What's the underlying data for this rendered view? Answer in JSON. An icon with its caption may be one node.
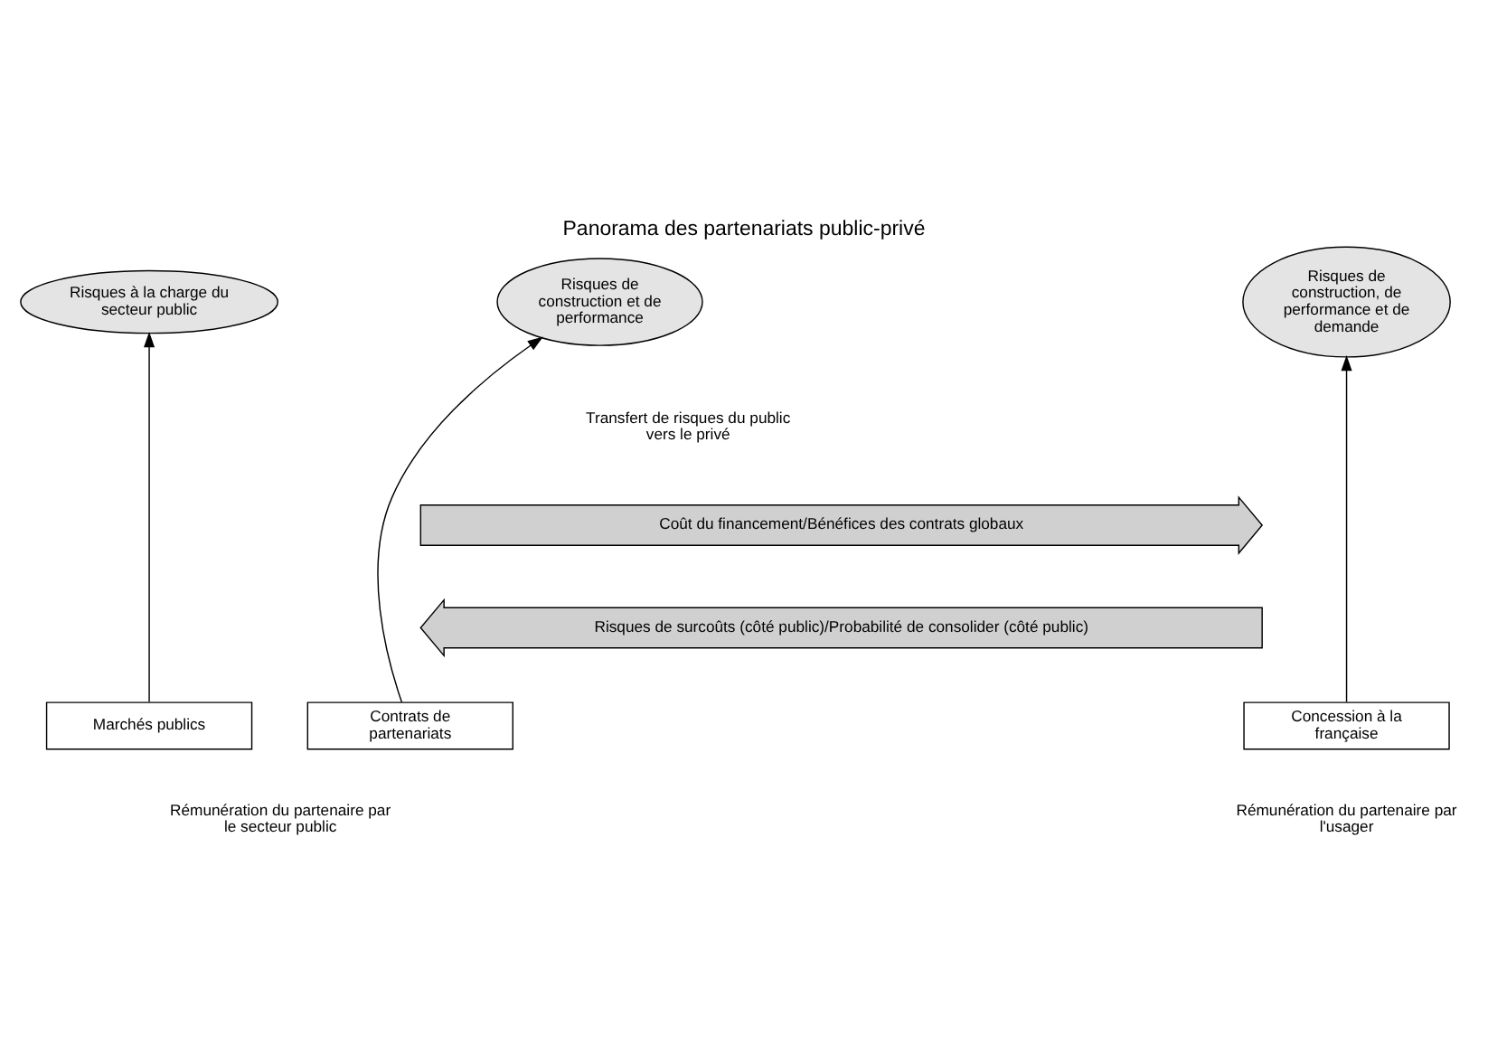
{
  "diagram": {
    "title": "Panorama des partenariats public-privé",
    "nodes": [
      {
        "text": [
          "Risques à la charge du secteur public"
        ]
      },
      {
        "text": [
          "Risques de construction et de performance"
        ]
      },
      {
        "text": [
          "Risques de construction, de performance et de demande"
        ]
      },
      {
        "text": [
          "Coût du financement/Bénéfices des contrats globaux"
        ]
      },
      {
        "text": [
          "Risques de surcoûts (côté public)/Probabilité de consolider (côté public)"
        ]
      },
      {
        "text": [
          "Marchés publics"
        ]
      },
      {
        "text": [
          "Contrats de partenariats"
        ]
      },
      {
        "text": [
          "Concession à la française"
        ]
      }
    ],
    "edges": [
      {
        "from": 5,
        "to": 0,
        "arrow": "to"
      },
      {
        "from": 6,
        "to": 1,
        "arrow": "to"
      },
      {
        "from": 7,
        "to": 2,
        "arrow": "to"
      }
    ],
    "labels": [
      "Transfert de risques du public vers le privé",
      "Rémunération du partenaire par le secteur public",
      "Rémunération du partenaire par l'usager"
    ]
  }
}
